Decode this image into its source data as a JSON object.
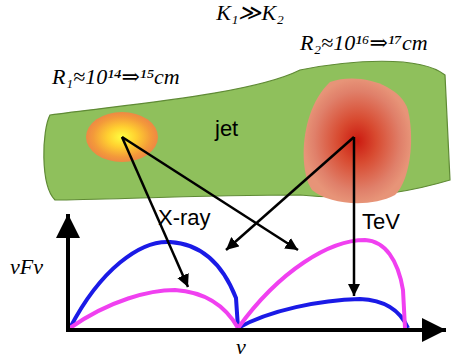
{
  "diagram": {
    "nodes": [
      {
        "text": [
          "jet"
        ]
      },
      {
        "text": [
          "R₁≈10¹⁴⇒¹⁵cm"
        ],
        "in": 0
      },
      {
        "text": [
          "R₂≈10¹⁶⇒¹⁷cm"
        ],
        "in": 0
      }
    ],
    "labels": [
      "K₁≫K₂",
      "X-ray",
      "TeV",
      "νFν",
      "ν"
    ]
  }
}
